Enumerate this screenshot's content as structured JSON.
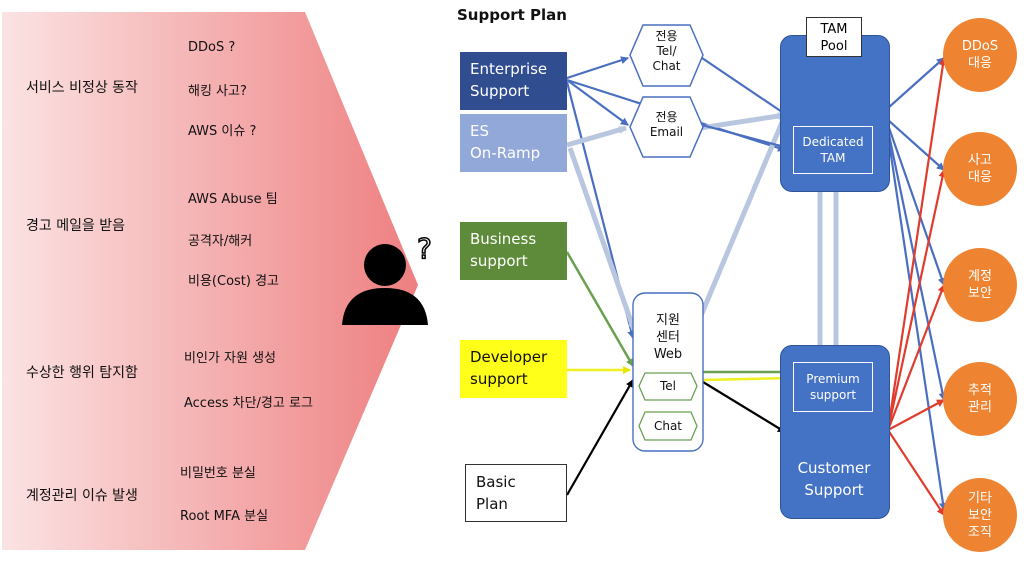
{
  "left_panel": {
    "groups": [
      {
        "category": "서비스 비정상 동작",
        "items": [
          "DDoS ?",
          "해킹 사고?",
          "AWS 이슈 ?"
        ]
      },
      {
        "category": "경고 메일을 받음",
        "items": [
          "AWS Abuse 팀",
          "공격자/해커",
          "비용(Cost) 경고"
        ]
      },
      {
        "category": "수상한 행위 탐지함",
        "items": [
          "비인가 자원 생성",
          "Access 차단/경고 로그"
        ]
      },
      {
        "category": "계정관리 이슈 발생",
        "items": [
          "비밀번호 분실",
          "Root MFA 분실"
        ]
      }
    ],
    "person_icon": "user-question-icon"
  },
  "support_plan": {
    "title": "Support Plan",
    "plans": {
      "enterprise": [
        "Enterprise",
        "Support"
      ],
      "es_onramp": [
        "ES",
        "On-Ramp"
      ],
      "business": [
        "Business",
        "support"
      ],
      "developer": [
        "Developer",
        "support"
      ],
      "basic": [
        "Basic",
        "Plan"
      ]
    }
  },
  "channels": {
    "tel_chat": [
      "전용",
      "Tel/",
      "Chat"
    ],
    "email": [
      "전용",
      "Email"
    ],
    "web_center": [
      "지원",
      "센터",
      "Web"
    ],
    "tel": "Tel",
    "chat": "Chat"
  },
  "teams": {
    "tam_pool": [
      "TAM",
      "Pool"
    ],
    "dedicated_tam": [
      "Dedicated",
      "TAM"
    ],
    "premium_support": [
      "Premium",
      "support"
    ],
    "customer_support": [
      "Customer",
      "Support"
    ]
  },
  "outcomes": [
    [
      "DDoS",
      "대응"
    ],
    [
      "사고",
      "대응"
    ],
    [
      "계정",
      "보안"
    ],
    [
      "추적",
      "관리"
    ],
    [
      "기타",
      "보안",
      "조직"
    ]
  ],
  "colors": {
    "enterprise": "#2f4d8f",
    "es_onramp": "#92a8d9",
    "business": "#5d8b3a",
    "developer": "#ffff1a",
    "team_box": "#4472c4",
    "outcome": "#ee8432",
    "arrow_blue": "#4a6fc0",
    "arrow_light": "#b9c6e0",
    "arrow_red": "#e03c2e",
    "arrow_green": "#6aa050",
    "arrow_yellow": "#f5f52a"
  }
}
